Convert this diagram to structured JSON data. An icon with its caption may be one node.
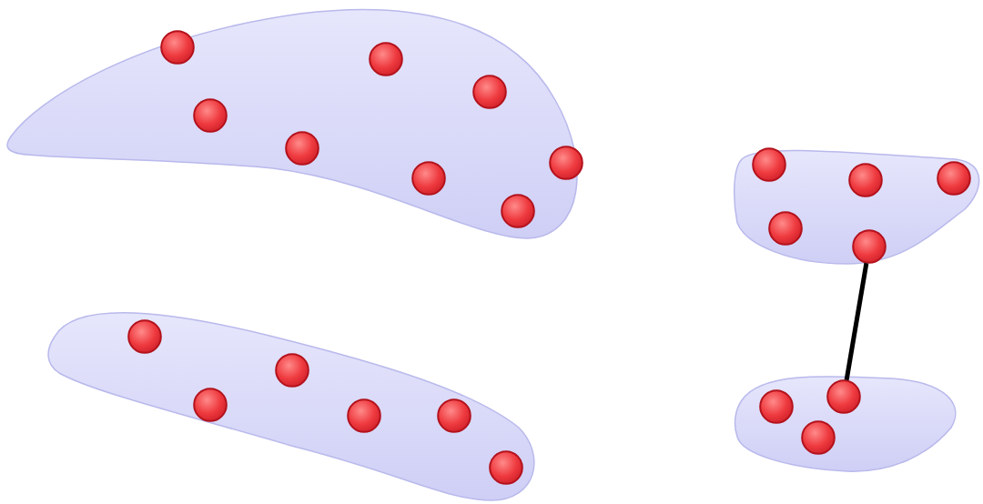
{
  "diagram": {
    "nodes": [
      {
        "text": [],
        "shape": "blob"
      },
      {
        "text": [],
        "shape": "circle",
        "in": 0
      },
      {
        "text": [],
        "shape": "circle",
        "in": 0
      },
      {
        "text": [],
        "shape": "circle",
        "in": 0
      },
      {
        "text": [],
        "shape": "circle",
        "in": 0
      },
      {
        "text": [],
        "shape": "circle",
        "in": 0
      },
      {
        "text": [],
        "shape": "circle",
        "in": 0
      },
      {
        "text": [],
        "shape": "circle",
        "in": 0
      },
      {
        "text": [],
        "shape": "circle",
        "in": 0
      },
      {
        "text": [],
        "shape": "blob"
      },
      {
        "text": [],
        "shape": "circle",
        "in": 9
      },
      {
        "text": [],
        "shape": "circle",
        "in": 9
      },
      {
        "text": [],
        "shape": "circle",
        "in": 9
      },
      {
        "text": [],
        "shape": "circle",
        "in": 9
      },
      {
        "text": [],
        "shape": "circle",
        "in": 9
      },
      {
        "text": [],
        "shape": "blob"
      },
      {
        "text": [],
        "shape": "circle",
        "in": 15
      },
      {
        "text": [],
        "shape": "circle",
        "in": 15
      },
      {
        "text": [],
        "shape": "circle",
        "in": 15
      },
      {
        "text": [],
        "shape": "circle",
        "in": 15
      },
      {
        "text": [],
        "shape": "circle",
        "in": 15
      },
      {
        "text": [],
        "shape": "circle",
        "in": 15
      },
      {
        "text": [],
        "shape": "blob"
      },
      {
        "text": [],
        "shape": "circle",
        "in": 22
      },
      {
        "text": [],
        "shape": "circle",
        "in": 22
      },
      {
        "text": [],
        "shape": "circle",
        "in": 22
      }
    ],
    "edges": [
      {
        "from": 14,
        "to": 23,
        "arrow": "none"
      }
    ]
  }
}
